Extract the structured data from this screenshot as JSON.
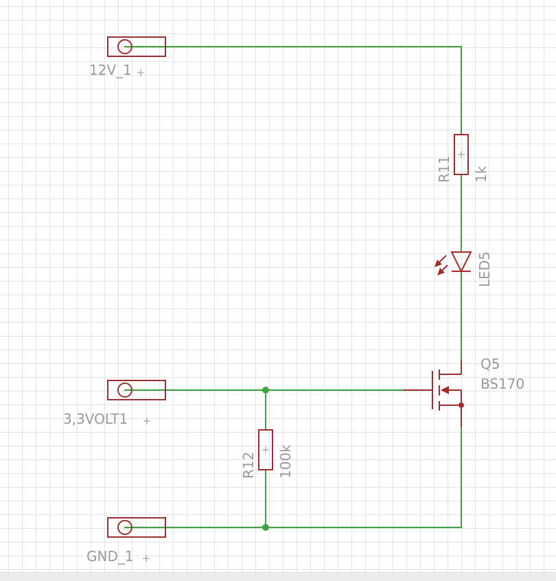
{
  "schematic": {
    "connectors": [
      {
        "name": "12V_1"
      },
      {
        "name": "3,3VOLT1"
      },
      {
        "name": "GND_1"
      }
    ],
    "resistors": [
      {
        "name": "R11",
        "value": "1k"
      },
      {
        "name": "R12",
        "value": "100k"
      }
    ],
    "led": {
      "name": "LED5"
    },
    "transistor": {
      "name": "Q5",
      "value": "BS170"
    }
  },
  "colors": {
    "wire": "#3ea33e",
    "component": "#a02d2d",
    "label": "#9a9a9a",
    "grid": "#e4e4e4"
  }
}
